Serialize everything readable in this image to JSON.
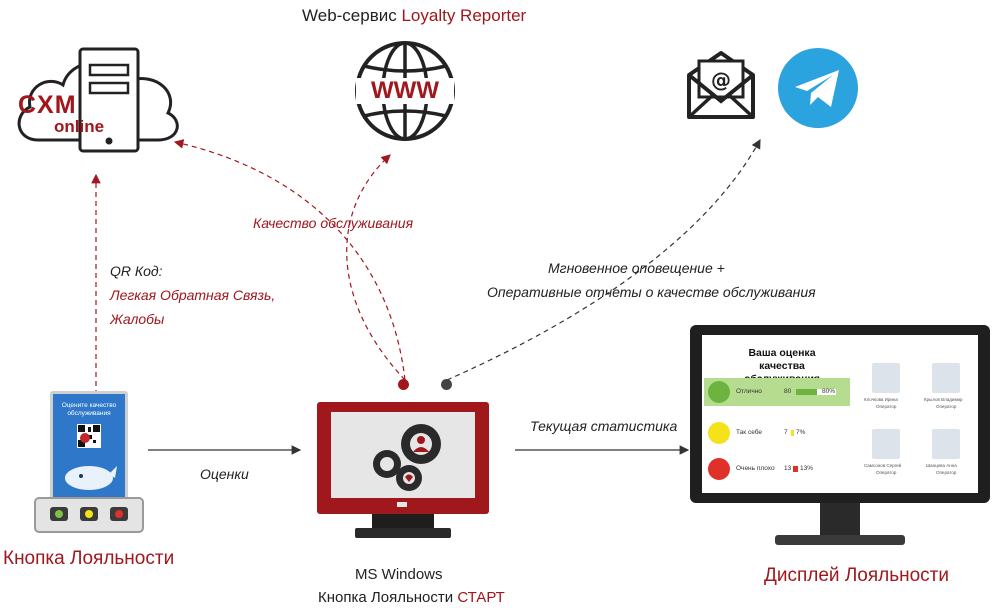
{
  "header": {
    "web_service_prefix": "Web-сервис ",
    "web_service_name": "Loyalty Reporter"
  },
  "cloud": {
    "logo_main": "CXM",
    "logo_sub": "online"
  },
  "www": {
    "text": "WWW"
  },
  "labels": {
    "service_quality": "Качество обслуживания",
    "qr_title": "QR Код:",
    "qr_line1": "Легкая  Обратная Связь,",
    "qr_line2": "Жалобы",
    "notify_line1": "Мгновенное оповещение +",
    "notify_line2": "Оперативные отчеты о качестве обслуживания",
    "ratings": "Оценки",
    "current_stats": "Текущая статистика"
  },
  "device": {
    "screen_line1": "Оцените качество",
    "screen_line2": "обслуживания",
    "caption": "Кнопка Лояльности"
  },
  "pc": {
    "caption_line1": "MS Windows",
    "caption_prefix": "Кнопка Лояльности ",
    "caption_accent": "СТАРТ"
  },
  "display": {
    "caption": "Дисплей Лояльности",
    "title_line1": "Ваша оценка",
    "title_line2": "качества обслуживания",
    "rows": [
      {
        "label": "Отлично",
        "count": "80",
        "percent": "80%",
        "bar_fraction": 0.8
      },
      {
        "label": "Так себе",
        "count": "7",
        "percent": "7%",
        "bar_fraction": 0.07
      },
      {
        "label": "Очень плохо",
        "count": "13",
        "percent": "13%",
        "bar_fraction": 0.13
      }
    ],
    "staff": [
      {
        "name": "Клочкова Ирина",
        "role": "Оператор"
      },
      {
        "name": "Крылов Владимир",
        "role": "Оператор"
      },
      {
        "name": "Самсонов Сергей",
        "role": "Оператор"
      },
      {
        "name": "Шанцева Анна",
        "role": "Оператор"
      }
    ]
  },
  "colors": {
    "accent_red": "#a0171c",
    "good_green": "#7dc243",
    "neutral_yellow": "#f5e21b",
    "bad_red": "#e0302a",
    "telegram_blue": "#2aa3de"
  }
}
